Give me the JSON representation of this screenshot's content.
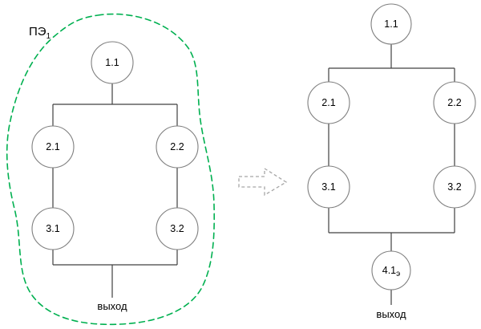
{
  "colors": {
    "group_outline": "#00b050",
    "node_stroke": "#7f7f7f",
    "connector": "#404040",
    "arrow_stroke": "#a6a6a6",
    "label_text": "#000000",
    "background": "#ffffff"
  },
  "left_diagram": {
    "group_label": {
      "main": "ПЭ",
      "sub": "1"
    },
    "nodes": {
      "n11": "1.1",
      "n21": "2.1",
      "n22": "2.2",
      "n31": "3.1",
      "n32": "3.2"
    },
    "output_label": "выход"
  },
  "transform_arrow": {
    "direction": "right"
  },
  "right_diagram": {
    "nodes": {
      "n11": "1.1",
      "n21": "2.1",
      "n22": "2.2",
      "n31": "3.1",
      "n32": "3.2",
      "n41": {
        "main": "4.1",
        "sub": "э"
      }
    },
    "output_label": "выход"
  }
}
